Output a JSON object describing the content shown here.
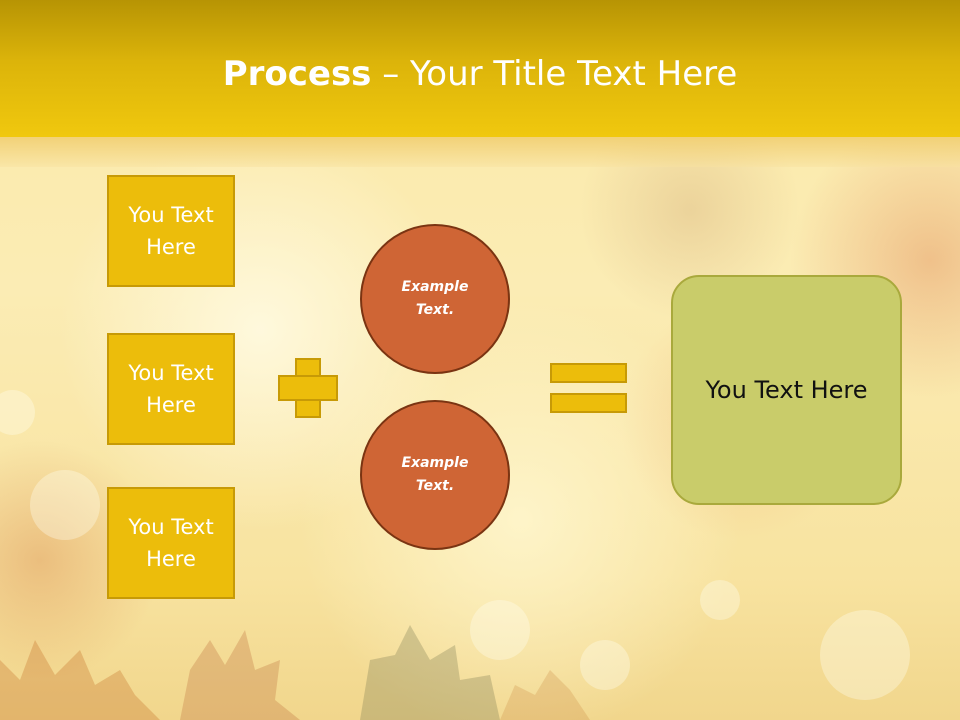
{
  "slide": {
    "title_bold": "Process",
    "title_rest": " – Your Title Text Here",
    "left_boxes": [
      {
        "text": "You Text Here"
      },
      {
        "text": "You Text Here"
      },
      {
        "text": "You Text Here"
      }
    ],
    "circles": [
      {
        "text": "Example Text."
      },
      {
        "text": "Example Text."
      }
    ],
    "result": {
      "text": "You Text Here"
    }
  },
  "icons": {
    "plus": "plus-icon",
    "equals": "equals-icon"
  },
  "colors": {
    "header": "#e6bc0a",
    "box_fill": "#ecbd0b",
    "circle_fill": "#cf6535",
    "result_fill": "#c9cc6a"
  }
}
